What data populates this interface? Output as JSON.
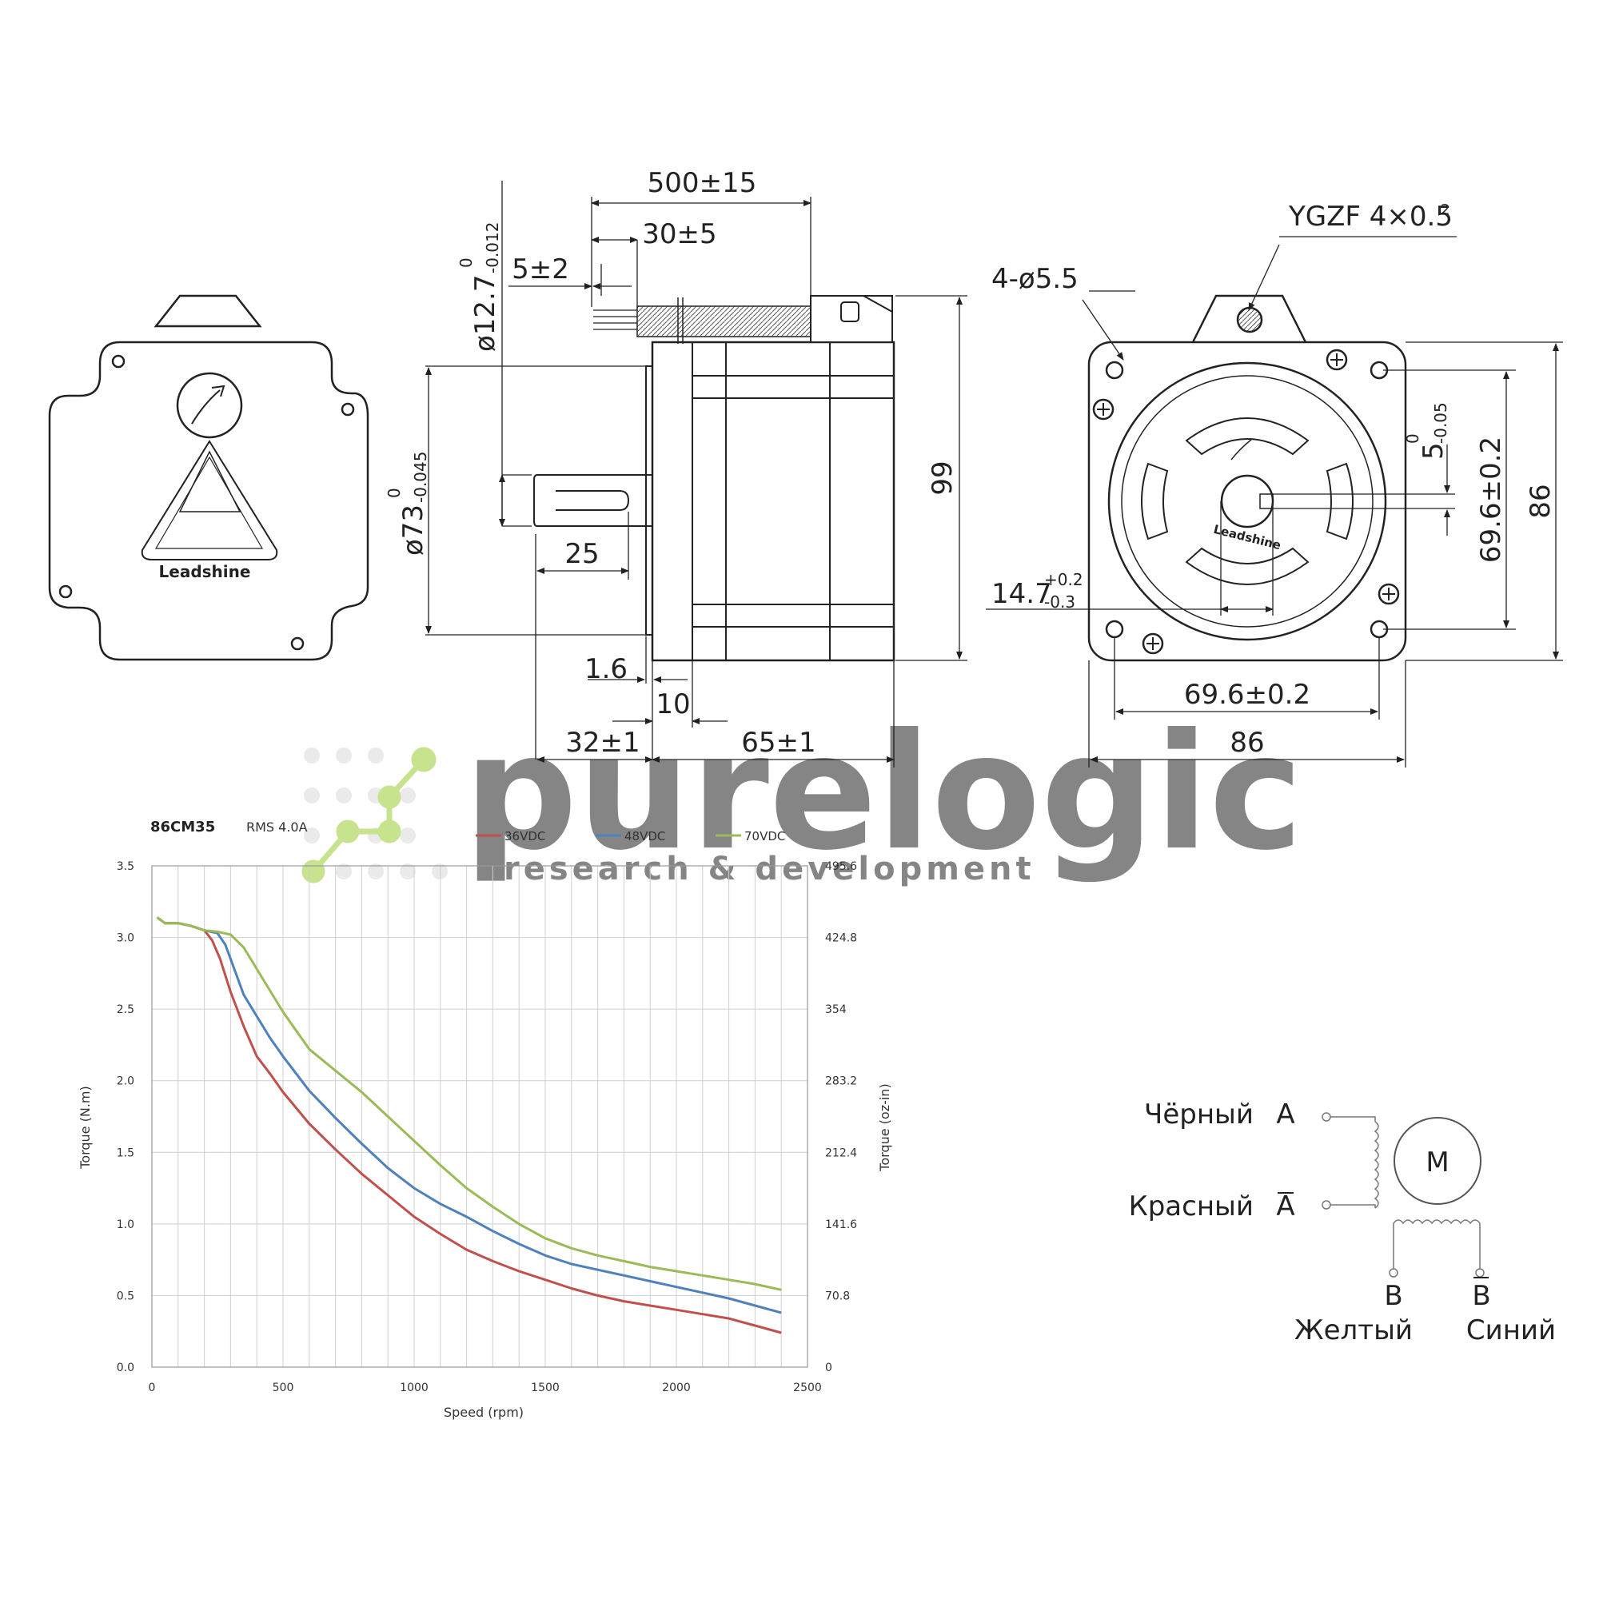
{
  "dimensions": {
    "cable_length": "500±15",
    "strip_length": "30±5",
    "wire_strip": "5±2",
    "shaft_dia": "ø12.7",
    "shaft_tol_upper": "0",
    "shaft_tol_lower": "-0.012",
    "pilot_dia": "ø73",
    "pilot_tol_upper": "0",
    "pilot_tol_lower": "-0.045",
    "key_length": "25",
    "height": "99",
    "flange_thick": "1.6",
    "pilot_depth": "10",
    "shaft_length": "32±1",
    "body_length": "65±1",
    "cable_type": "YGZF 4×0.5",
    "cable_sup": "2",
    "holes": "4-ø5.5",
    "flat_depth": "5",
    "flat_tol_upper": "0",
    "flat_tol_lower": "-0.05",
    "flat_dist": "14.7",
    "flat_tol_plus": "+0.2",
    "flat_tol_minus": "-0.3",
    "hole_spacing_v": "69.6±0.2",
    "frame_v": "86",
    "hole_spacing_h": "69.6±0.2",
    "frame_h": "86",
    "logo_text": "Leadshine"
  },
  "wiring": {
    "black": "Чёрный",
    "phase_a": "A",
    "red": "Красный",
    "phase_a_bar": "A",
    "motor": "M",
    "phase_b": "B",
    "phase_b_bar": "B",
    "yellow": "Желтый",
    "blue": "Синий"
  },
  "watermark": {
    "brand": "purelogic",
    "tagline": "research & development",
    "color": "#9acd32"
  },
  "chart_data": {
    "type": "line",
    "title": "86CM35",
    "subtitle": "RMS 4.0A",
    "xlabel": "Speed (rpm)",
    "ylabel": "Torque (N.m)",
    "y2label": "Torque (oz-in)",
    "xlim": [
      0,
      2500
    ],
    "ylim": [
      0,
      3.5
    ],
    "x_ticks": [
      "0",
      "500",
      "1000",
      "1500",
      "2000",
      "2500"
    ],
    "y_ticks": [
      "0.0",
      "0.5",
      "1.0",
      "1.5",
      "2.0",
      "2.5",
      "3.0",
      "3.5"
    ],
    "y2_ticks": [
      "0",
      "70.8",
      "141.6",
      "212.4",
      "283.2",
      "354",
      "424.8",
      "495.6"
    ],
    "grid": true,
    "legend_position": "top",
    "series": [
      {
        "name": "36VDC",
        "color": "#c0504d",
        "x": [
          20,
          50,
          100,
          150,
          200,
          230,
          260,
          300,
          350,
          400,
          450,
          500,
          600,
          700,
          800,
          900,
          1000,
          1100,
          1200,
          1300,
          1400,
          1500,
          1600,
          1700,
          1800,
          1900,
          2000,
          2100,
          2200,
          2300,
          2400
        ],
        "values": [
          3.14,
          3.1,
          3.1,
          3.08,
          3.05,
          2.98,
          2.85,
          2.62,
          2.38,
          2.17,
          2.05,
          1.92,
          1.7,
          1.52,
          1.35,
          1.2,
          1.05,
          0.93,
          0.82,
          0.74,
          0.67,
          0.61,
          0.55,
          0.5,
          0.46,
          0.43,
          0.4,
          0.37,
          0.34,
          0.29,
          0.24
        ]
      },
      {
        "name": "48VDC",
        "color": "#4f81bd",
        "x": [
          20,
          50,
          100,
          150,
          200,
          250,
          280,
          300,
          350,
          400,
          450,
          500,
          600,
          700,
          800,
          900,
          1000,
          1100,
          1200,
          1300,
          1400,
          1500,
          1600,
          1700,
          1800,
          1900,
          2000,
          2100,
          2200,
          2300,
          2400
        ],
        "values": [
          3.14,
          3.1,
          3.1,
          3.08,
          3.05,
          3.03,
          2.95,
          2.85,
          2.6,
          2.45,
          2.3,
          2.17,
          1.93,
          1.74,
          1.56,
          1.39,
          1.25,
          1.14,
          1.05,
          0.95,
          0.86,
          0.78,
          0.72,
          0.68,
          0.64,
          0.6,
          0.56,
          0.52,
          0.48,
          0.43,
          0.38
        ]
      },
      {
        "name": "70VDC",
        "color": "#9bbb59",
        "x": [
          20,
          50,
          100,
          150,
          200,
          250,
          300,
          350,
          400,
          450,
          500,
          600,
          700,
          800,
          900,
          1000,
          1100,
          1200,
          1300,
          1400,
          1500,
          1600,
          1700,
          1800,
          1900,
          2000,
          2100,
          2200,
          2300,
          2400
        ],
        "values": [
          3.14,
          3.1,
          3.1,
          3.08,
          3.05,
          3.04,
          3.02,
          2.93,
          2.78,
          2.63,
          2.48,
          2.22,
          2.07,
          1.92,
          1.75,
          1.58,
          1.41,
          1.25,
          1.12,
          1.0,
          0.9,
          0.83,
          0.78,
          0.74,
          0.7,
          0.67,
          0.64,
          0.61,
          0.58,
          0.54
        ]
      }
    ]
  }
}
